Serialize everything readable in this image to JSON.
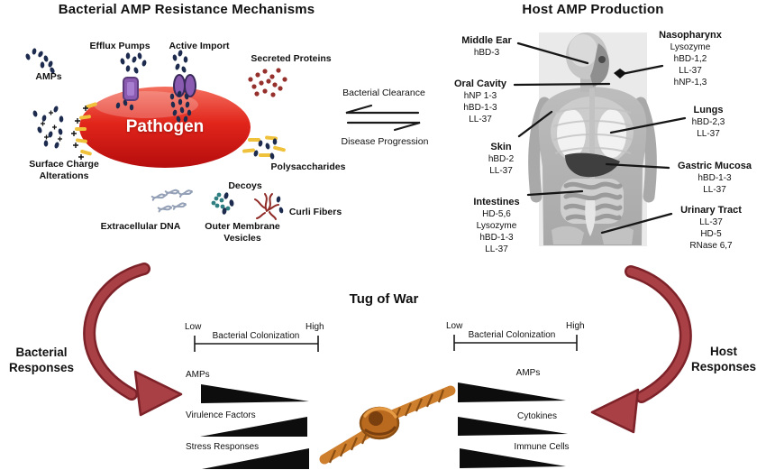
{
  "left_panel": {
    "title": "Bacterial AMP Resistance Mechanisms",
    "amps_label": "AMPs",
    "efflux_label": "Efflux Pumps",
    "import_label": "Active Import",
    "secreted_label": "Secreted Proteins",
    "pathogen_label": "Pathogen",
    "surface_line1": "Surface Charge",
    "surface_line2": "Alterations",
    "polysaccharides_label": "Polysaccharides",
    "decoys_label": "Decoys",
    "curli_label": "Curli Fibers",
    "edna_label": "Extracellular DNA",
    "omv_line1": "Outer Membrane",
    "omv_line2": "Vesicles"
  },
  "center": {
    "clearance_label": "Bacterial Clearance",
    "progression_label": "Disease Progression",
    "tug_label": "Tug of War"
  },
  "right_panel": {
    "title": "Host AMP Production",
    "sites": [
      {
        "name": "Middle Ear",
        "items": [
          "hBD-3"
        ]
      },
      {
        "name": "Nasopharynx",
        "items": [
          "Lysozyme",
          "hBD-1,2",
          "LL-37",
          "hNP-1,3"
        ]
      },
      {
        "name": "Oral Cavity",
        "items": [
          "hNP 1-3",
          "hBD-1-3",
          "LL-37"
        ]
      },
      {
        "name": "Lungs",
        "items": [
          "hBD-2,3",
          "LL-37"
        ]
      },
      {
        "name": "Skin",
        "items": [
          "hBD-2",
          "LL-37"
        ]
      },
      {
        "name": "Gastric Mucosa",
        "items": [
          "hBD-1-3",
          "LL-37"
        ]
      },
      {
        "name": "Intestines",
        "items": [
          "HD-5,6",
          "Lysozyme",
          "hBD-1-3",
          "LL-37"
        ]
      },
      {
        "name": "Urinary Tract",
        "items": [
          "LL-37",
          "HD-5",
          "RNase 6,7"
        ]
      }
    ]
  },
  "bottom": {
    "bacterial_responses": {
      "line1": "Bacterial",
      "line2": "Responses"
    },
    "host_responses": {
      "line1": "Host",
      "line2": "Responses"
    }
  },
  "chart_data": [
    {
      "type": "area",
      "position": "bottom-left",
      "x_axis": {
        "label": "Bacterial Colonization",
        "min_label": "Low",
        "max_label": "High"
      },
      "rows": [
        {
          "label": "AMPs",
          "trend": "decreasing"
        },
        {
          "label": "Virulence Factors",
          "trend": "increasing"
        },
        {
          "label": "Stress Responses",
          "trend": "increasing"
        }
      ]
    },
    {
      "type": "area",
      "position": "bottom-right",
      "x_axis": {
        "label": "Bacterial Colonization",
        "min_label": "Low",
        "max_label": "High"
      },
      "rows": [
        {
          "label": "AMPs",
          "trend": "decreasing"
        },
        {
          "label": "Cytokines",
          "trend": "decreasing"
        },
        {
          "label": "Immune Cells",
          "trend": "decreasing"
        }
      ]
    }
  ],
  "colors": {
    "amp_dot": "#1c2b4e",
    "secreted_protein": "#96302c",
    "membrane_protein": "#8a5bb0",
    "pathogen_red": "#d81a12",
    "yellow_dash": "#f0c23c",
    "decoy_teal": "#2f7f82",
    "curli_red": "#8f2a26",
    "edna_gray": "#93a0b6",
    "response_arrow_red": "#a84046",
    "rope_orange": "#c97a2b",
    "wedge_black": "#0d0d0d"
  }
}
